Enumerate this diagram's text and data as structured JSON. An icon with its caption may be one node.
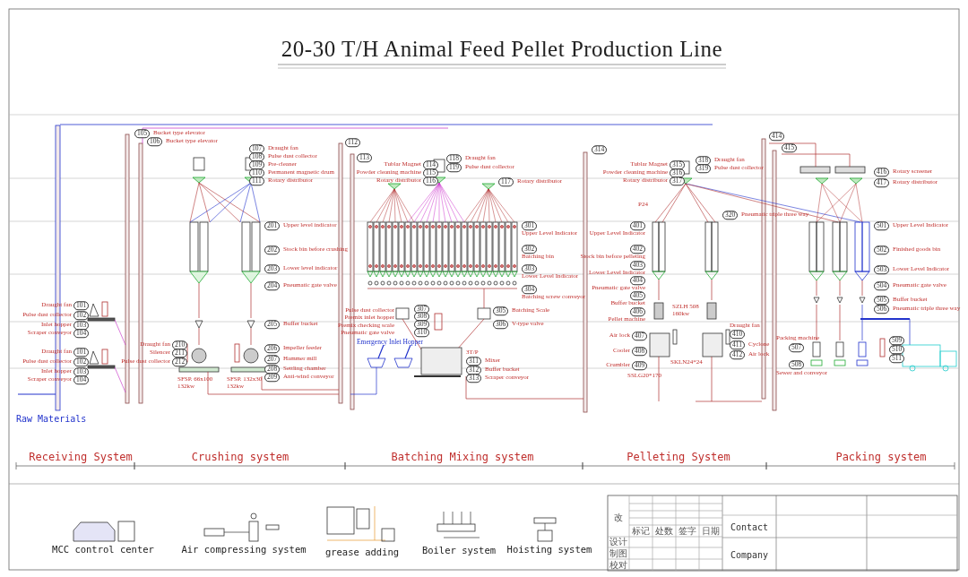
{
  "diagram": {
    "title": "20-30 T/H Animal Feed Pellet Production Line",
    "labels": [
      "105",
      "Bucket type elevator",
      "106",
      "Bucket type elevator",
      "107",
      "Draught fan",
      "108",
      "Pulse dust collector",
      "109",
      "Pre-cleaner",
      "110",
      "Permanent magnetic drum",
      "111",
      "Rotary distributor",
      "201",
      "Upper level indicator",
      "202",
      "Stock bin before crushing",
      "203",
      "Lower level indicator",
      "204",
      "Pneumatic gate valve",
      "205",
      "Buffer bucket",
      "206",
      "Impeller feeder",
      "207",
      "Hammer mill",
      "208",
      "Settling chamber",
      "209",
      "Anti-wind conveyor",
      "Draught fan",
      "101",
      "Pulse dust collector",
      "102",
      "Inlet hopper",
      "103",
      "Scraper conveyor",
      "104",
      "Draught fan",
      "101",
      "Pulse dust collector",
      "102",
      "Inlet hopper",
      "103",
      "Scraper conveyor",
      "104",
      "Draught fan",
      "210",
      "Silencer",
      "211",
      "Pulse dust collector",
      "212",
      "SFSP. 66x100",
      "132kw",
      "SFSP. 132x30",
      "132kw",
      "112",
      "113",
      "Tublar Magnet",
      "114",
      "Powder cleaning machine",
      "115",
      "Rotary distributor",
      "116",
      "118",
      "Draught fan",
      "119",
      "Pulse dust collector",
      "117",
      "Rotary distributor",
      "301",
      "Upper Level Indicator",
      "302",
      "Batching bin",
      "303",
      "Lower Level Indicator",
      "304",
      "Batching screw conveyor",
      "305",
      "Batching Scale",
      "306",
      "V-type valve",
      "Pulse dust collector",
      "Premix inlet hopper",
      "Premix checking scale",
      "Pneumatic gate valve",
      "307",
      "308",
      "309",
      "310",
      "Emergency Inlet Hopper",
      "3T/P",
      "311",
      "Mixer",
      "312",
      "Buffer bucket",
      "313",
      "Scraper conveyor",
      "314",
      "Tublar Magnet",
      "315",
      "Powder cleaning machine",
      "316",
      "Rotary distributor",
      "317",
      "318",
      "Draught fan",
      "319",
      "Pulse dust collector",
      "P24",
      "320",
      "Pneumatic triple three way",
      "401",
      "Upper Level Indicator",
      "402",
      "Stock bin before pelleting",
      "403",
      "Lower Level Indicator",
      "404",
      "Pneumatic gate valve",
      "405",
      "Buffer bucket",
      "406",
      "Pellet machine",
      "SZLH 508",
      "160kw",
      "Air lock",
      "407",
      "Cooler",
      "408",
      "Crumbler",
      "409",
      "SSLG20*170",
      "SKLN24*24",
      "Draught fan",
      "410",
      "411",
      "Cyclone",
      "412",
      "Air lock",
      "414",
      "415",
      "416",
      "Rotary screener",
      "417",
      "Rotary distributor",
      "501",
      "Upper Level Indicator",
      "502",
      "Finished goods bin",
      "503",
      "Lower Level Indicator",
      "504",
      "Pneumatic gate valve",
      "505",
      "Buffer bucket",
      "506",
      "Pneumatic triple three way",
      "Packing machine",
      "507",
      "508",
      "Sewer and conveyor",
      "509",
      "510",
      "511",
      "Raw Materials",
      "Receiving System",
      "Crushing system",
      "Batching Mixing system",
      "Pelleting System",
      "Packing system",
      "MCC control center",
      "Air compressing system",
      "grease adding",
      "Boiler system",
      "Hoisting system",
      "改",
      "标记",
      "处数",
      "签字",
      "日期",
      "设计",
      "制图",
      "校对",
      "Contact",
      "Company"
    ]
  }
}
